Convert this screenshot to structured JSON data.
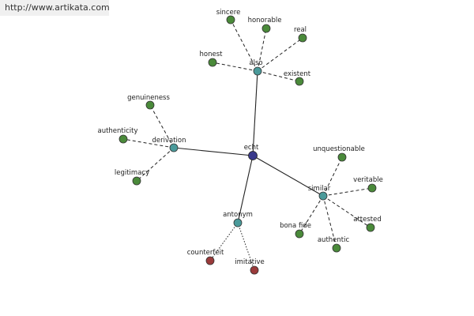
{
  "header": {
    "url": "http://www.artikata.com"
  },
  "colors": {
    "root": "#3a3a8c",
    "relation": "#4a9a9a",
    "term": "#4a8a3a",
    "antonym_term": "#9a3a3a",
    "edge": "#222222"
  },
  "graph": {
    "root": "echt",
    "relations": {
      "also": {
        "label": "also",
        "terms": [
          "sincere",
          "honorable",
          "real",
          "honest",
          "existent"
        ]
      },
      "derivation": {
        "label": "derivation",
        "terms": [
          "genuineness",
          "authenticity",
          "legitimacy"
        ]
      },
      "similar": {
        "label": "similar",
        "terms": [
          "unquestionable",
          "veritable",
          "attested",
          "bona fide",
          "authentic"
        ]
      },
      "antonym": {
        "label": "antonym",
        "terms": [
          "counterfeit",
          "imitative"
        ]
      }
    }
  }
}
